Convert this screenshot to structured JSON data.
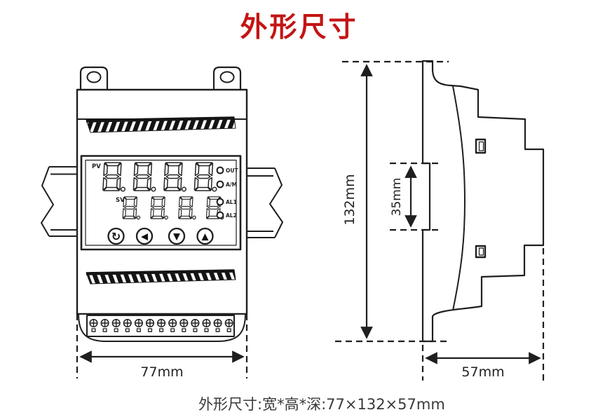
{
  "title": "外形尺寸",
  "caption": "外形尺寸:宽*高*深:77×132×57mm",
  "dimensions": {
    "width_mm": 77,
    "height_mm": 132,
    "depth_mm": 57,
    "din_rail_mm": 35
  },
  "front_view": {
    "width_label": "77mm",
    "terminal_count": 13,
    "display": {
      "pv_label": "PV",
      "sv_label": "SV",
      "pv_digit_count": 4,
      "sv_digit_count": 4,
      "indicators": [
        {
          "label": "OUT"
        },
        {
          "label": "A/M"
        },
        {
          "label": "AL1"
        },
        {
          "label": "AL2"
        }
      ],
      "buttons": [
        {
          "name": "cycle",
          "glyph": "↻"
        },
        {
          "name": "left",
          "glyph": "◀"
        },
        {
          "name": "down",
          "glyph": "▼"
        },
        {
          "name": "up",
          "glyph": "▲"
        }
      ]
    }
  },
  "side_view": {
    "height_label": "132mm",
    "din_label": "35mm",
    "depth_label": "57mm"
  },
  "colors": {
    "accent_red": "#c41414",
    "line": "#1f1f1f",
    "dim_text": "#222222"
  }
}
